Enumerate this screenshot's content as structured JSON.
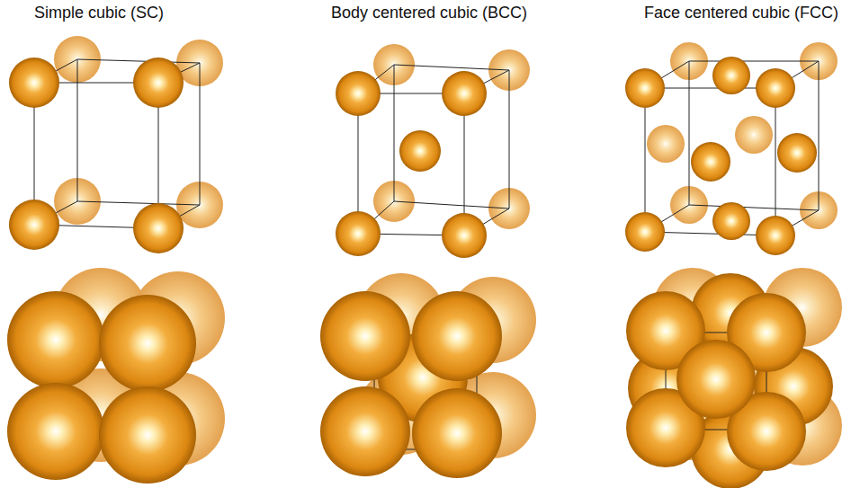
{
  "diagram": {
    "labels": [
      "Simple cubic (SC)",
      "Body centered cubic (BCC)",
      "Face centered cubic (FCC)"
    ]
  }
}
